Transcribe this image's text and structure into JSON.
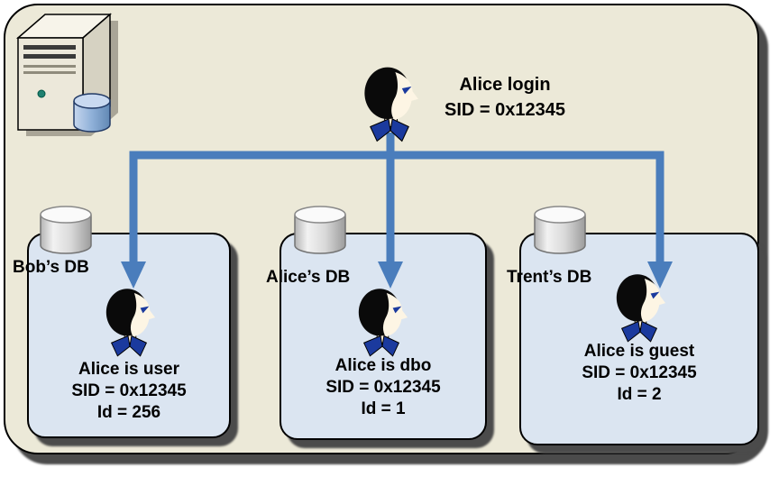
{
  "login": {
    "line1": "Alice login",
    "line2": "SID = 0x12345"
  },
  "databases": [
    {
      "name": "Bob’s DB",
      "role": "Alice is user",
      "sid": "SID = 0x12345",
      "id": "Id = 256"
    },
    {
      "name": "Alice’s DB",
      "role": "Alice is dbo",
      "sid": "SID = 0x12345",
      "id": "Id = 1"
    },
    {
      "name": "Trent’s DB",
      "role": "Alice is guest",
      "sid": "SID = 0x12345",
      "id": "Id = 2"
    }
  ],
  "colors": {
    "panel_fill": "#ECE9D8",
    "db_box_fill": "#DBE5F1",
    "arrow_blue": "#4A7DBC",
    "shadow": "#4B4B4B",
    "collar_blue": "#1B3A9E"
  },
  "icons": {
    "server": "server-icon",
    "person": "person-head-icon",
    "cylinder": "database-cylinder-icon"
  }
}
